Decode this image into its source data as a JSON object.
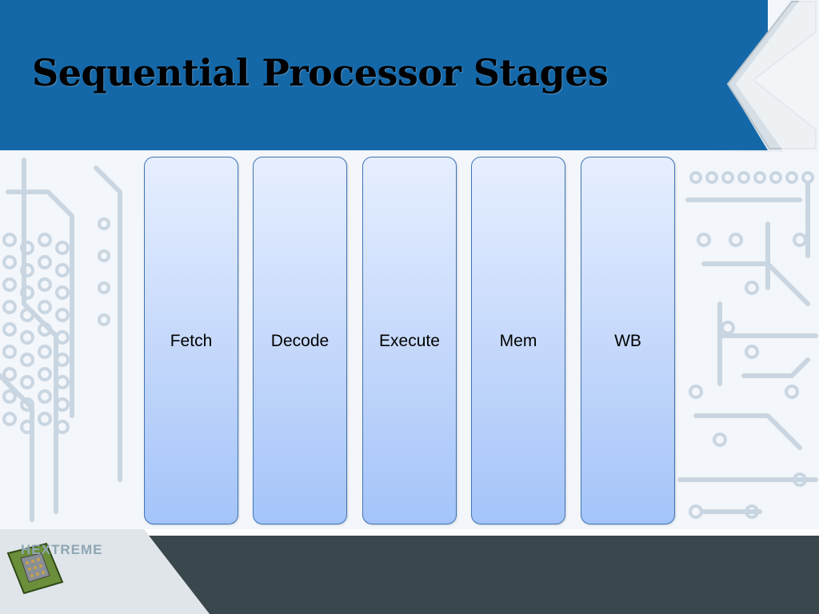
{
  "slide": {
    "title": "Sequential Processor Stages",
    "logo_text": "HEXTREME"
  },
  "stages": [
    {
      "label": "Fetch"
    },
    {
      "label": "Decode"
    },
    {
      "label": "Execute"
    },
    {
      "label": "Mem"
    },
    {
      "label": "WB"
    }
  ],
  "colors": {
    "header_blue": "#1568a8",
    "box_border": "#3f74b8",
    "footer_dark": "#3a474d"
  }
}
